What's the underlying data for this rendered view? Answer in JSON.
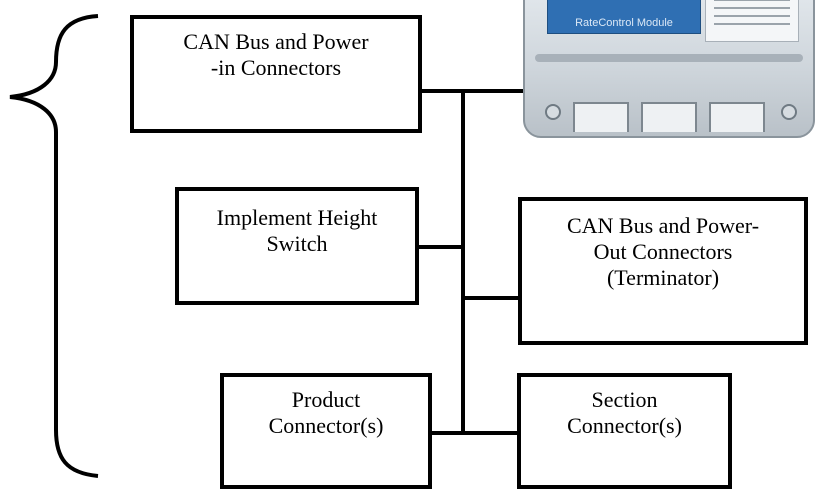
{
  "boxes": {
    "canbus_in": {
      "line1": "CAN Bus and Power",
      "line2": "-in Connectors"
    },
    "height": {
      "line1": "Implement Height",
      "line2": "Switch"
    },
    "canbus_out": {
      "line1": "CAN Bus and Power-",
      "line2": "Out Connectors",
      "line3": "(Terminator)"
    },
    "product": {
      "line1": "Product",
      "line2": "Connector(s)"
    },
    "section": {
      "line1": "Section",
      "line2": "Connector(s)"
    }
  },
  "device": {
    "brand": "RateControl Module"
  },
  "colors": {
    "line": "#000000",
    "background": "#ffffff"
  }
}
